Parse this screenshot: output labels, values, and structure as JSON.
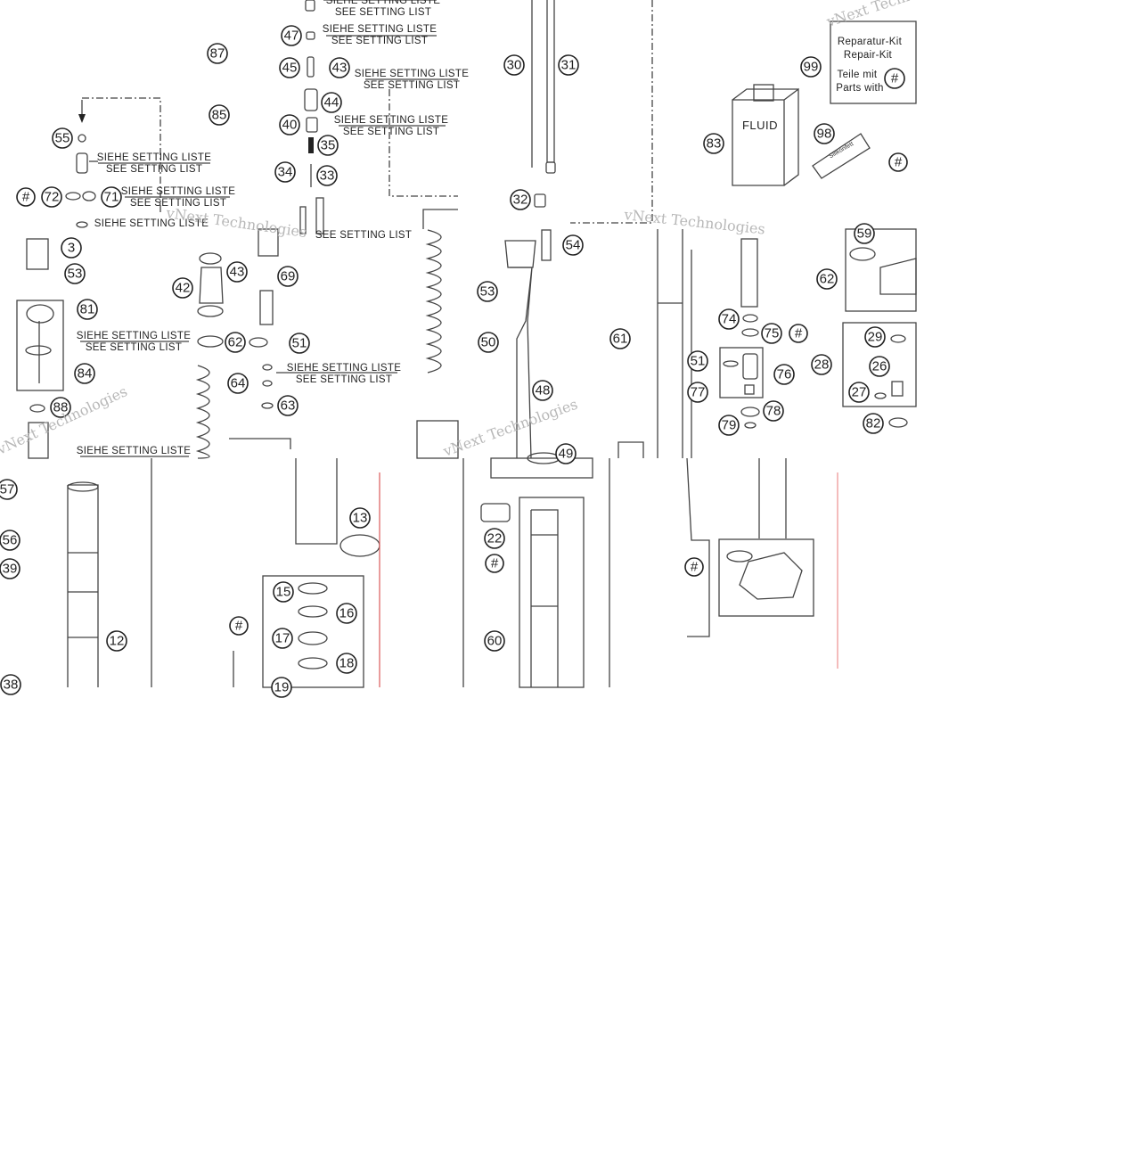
{
  "diagram": {
    "watermark": "vNext Technologies",
    "setting_note": {
      "de": "SIEHE SETTING LISTE",
      "en": "SEE SETTING LIST"
    },
    "repair_kit": {
      "line1": "Reparatur-Kit",
      "line2": "Repair-Kit",
      "line3": "Teile mit",
      "line4": "Parts with",
      "symbol": "#"
    },
    "fluid_label": "FLUID",
    "tube_label": "Silikonfett",
    "kit_symbol": "#",
    "callouts": [
      "87",
      "85",
      "55",
      "72",
      "71",
      "47",
      "45",
      "43",
      "44",
      "40",
      "35",
      "34",
      "33",
      "30",
      "31",
      "32",
      "99",
      "83",
      "98",
      "3",
      "53",
      "81",
      "84",
      "88",
      "42",
      "43",
      "69",
      "62",
      "51",
      "64",
      "63",
      "54",
      "53",
      "50",
      "48",
      "61",
      "49",
      "59",
      "62",
      "74",
      "75",
      "51",
      "76",
      "77",
      "79",
      "78",
      "29",
      "28",
      "26",
      "27",
      "82",
      "57",
      "56",
      "39",
      "12",
      "38",
      "13",
      "15",
      "16",
      "17",
      "18",
      "19",
      "22",
      "60"
    ]
  }
}
